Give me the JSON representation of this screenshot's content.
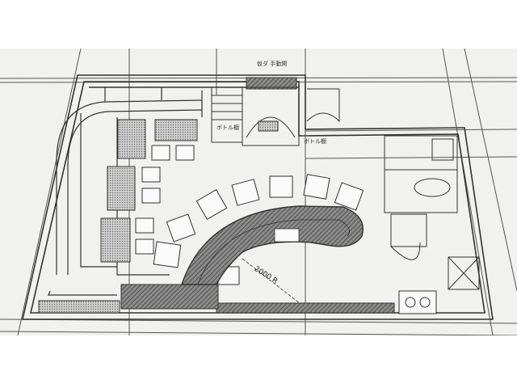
{
  "labels": {
    "note_top": "仮ダ 手動開",
    "bottle_shelf_left": "ボトル棚",
    "bottle_shelf_right": "ボトル棚",
    "radius": "2000 R"
  },
  "colors": {
    "paper": "#f1f1ef",
    "line": "#333333",
    "hatch": "#555555"
  }
}
